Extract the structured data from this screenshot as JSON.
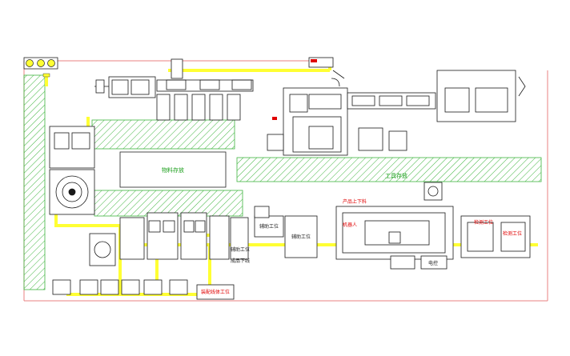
{
  "labels": {
    "material_area": "物料存放",
    "tool_area": "工具存放",
    "product_line": "产品上下料",
    "robot_station": "机器人",
    "inspect_a": "检测工位",
    "inspect_b": "检测工位",
    "finish_line": "成品下线",
    "electrical": "电控",
    "aux_a": "辅助工位",
    "aux_b": "辅助工位",
    "aux_c": "辅助工位",
    "bottom_note": "装配线体工位"
  },
  "colors": {
    "conveyor": "#ffff33",
    "hatch": "#3fb53f",
    "alert": "#e00000",
    "frame": "#e88080",
    "line": "#1a1a1a"
  }
}
